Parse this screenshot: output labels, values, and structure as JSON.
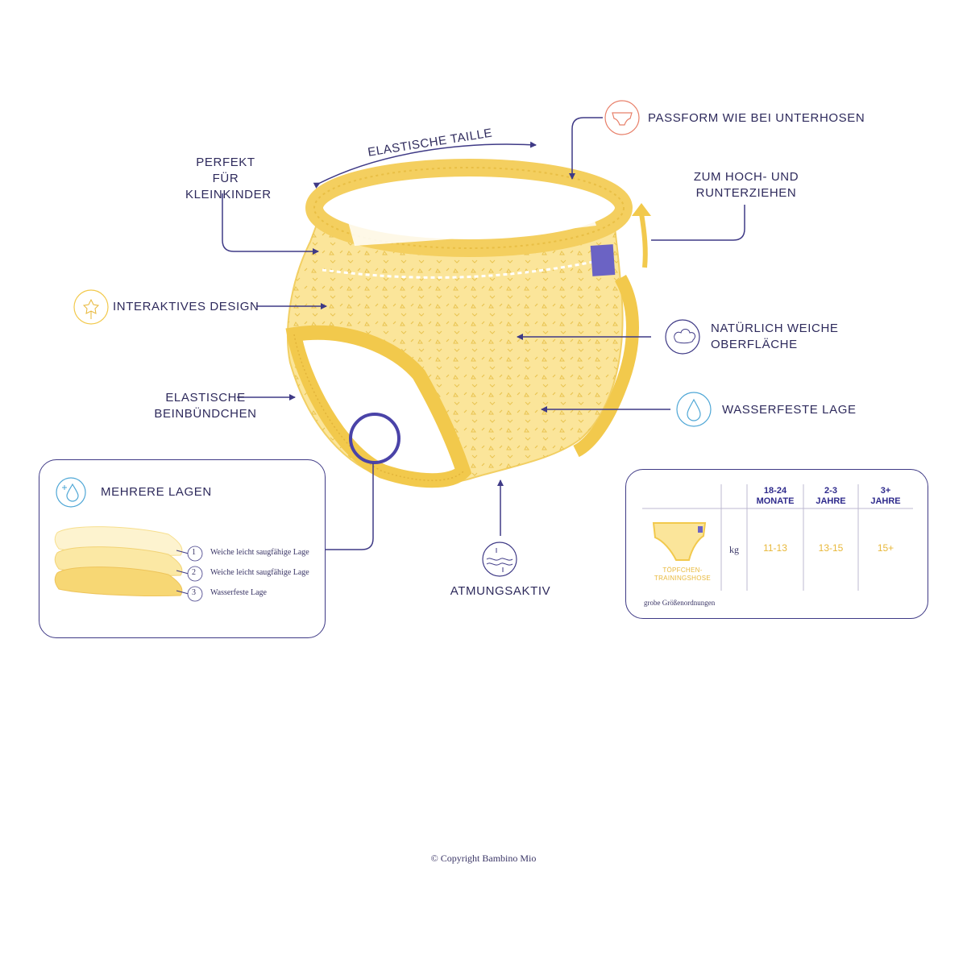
{
  "labels": {
    "elastic_waist": "ELASTISCHE TAILLE",
    "perfect_line1": "PERFEKT FÜR",
    "perfect_line2": "KLEINKINDER",
    "fit": "PASSFORM WIE BEI UNTERHOSEN",
    "pull_line1": "ZUM HOCH- UND",
    "pull_line2": "RUNTERZIEHEN",
    "interactive": "INTERAKTIVES DESIGN",
    "soft_line1": "NATÜRLICH WEICHE",
    "soft_line2": "OBERFLÄCHE",
    "leg_line1": "ELASTISCHE",
    "leg_line2": "BEINBÜNDCHEN",
    "waterproof": "WASSERFESTE LAGE",
    "breathable": "ATMUNGSAKTIV"
  },
  "layers_panel": {
    "title": "MEHRERE LAGEN",
    "items": [
      {
        "num": "1",
        "text": "Weiche leicht saugfähige Lage"
      },
      {
        "num": "2",
        "text": "Weiche leicht saugfähige Lage"
      },
      {
        "num": "3",
        "text": "Wasserfeste Lage"
      }
    ]
  },
  "size_table": {
    "columns": [
      {
        "line1": "18-24",
        "line2": "MONATE"
      },
      {
        "line1": "2-3",
        "line2": "JAHRE"
      },
      {
        "line1": "3+",
        "line2": "JAHRE"
      }
    ],
    "row_unit": "kg",
    "values": [
      "11-13",
      "13-15",
      "15+"
    ],
    "product_line1": "TÖPFCHEN-",
    "product_line2": "TRAININGSHOSE",
    "footnote": "grobe Größenordnungen"
  },
  "copyright": "© Copyright Bambino Mio",
  "colors": {
    "navy": "#3f3a86",
    "yellow": "#f7d774",
    "yellow_light": "#fbe9a6",
    "coral": "#e8806a",
    "sky": "#4fa7d6",
    "gold": "#e8b83a"
  }
}
